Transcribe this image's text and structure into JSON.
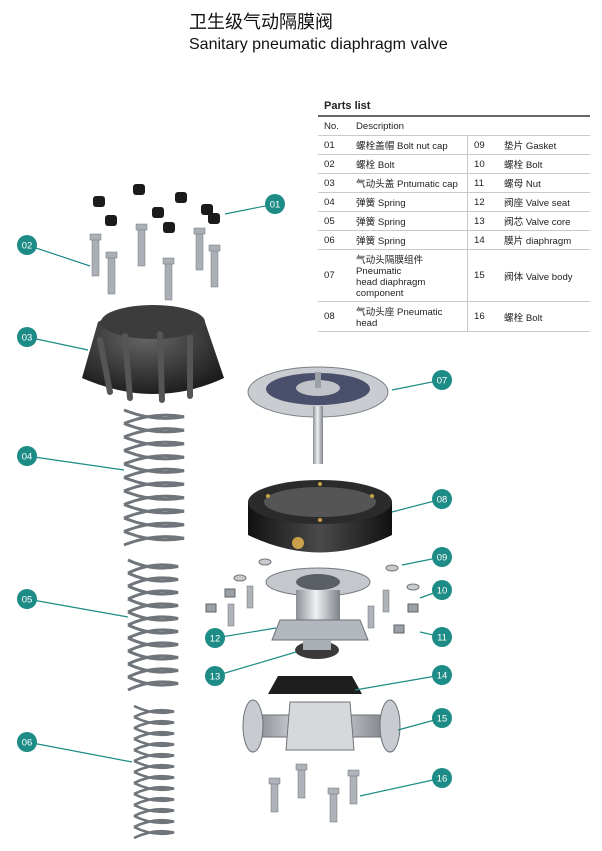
{
  "title": {
    "cn": "卫生级气动隔膜阀",
    "en": "Sanitary pneumatic diaphragm valve"
  },
  "parts_list": {
    "heading": "Parts list",
    "col_no": "No.",
    "col_desc": "Description",
    "rows": [
      {
        "no_a": "01",
        "desc_a": "螺栓盖帽 Bolt nut cap",
        "no_b": "09",
        "desc_b": "垫片 Gasket"
      },
      {
        "no_a": "02",
        "desc_a": "螺栓 Bolt",
        "no_b": "10",
        "desc_b": "螺栓 Bolt"
      },
      {
        "no_a": "03",
        "desc_a": "气动头盖 Pntumatic cap",
        "no_b": "11",
        "desc_b": "螺母 Nut"
      },
      {
        "no_a": "04",
        "desc_a": "弹簧 Spring",
        "no_b": "12",
        "desc_b": "阀座 Valve seat"
      },
      {
        "no_a": "05",
        "desc_a": "弹簧 Spring",
        "no_b": "13",
        "desc_b": "阀芯 Valve core"
      },
      {
        "no_a": "06",
        "desc_a": "弹簧 Spring",
        "no_b": "14",
        "desc_b": "膜片 diaphragm"
      },
      {
        "no_a": "07",
        "desc_a": "气动头隔膜组件\nPneumatic\nhead diaphragm\ncomponent",
        "no_b": "15",
        "desc_b": "阀体 Valve body"
      },
      {
        "no_a": "08",
        "desc_a": "气动头座 Pneumatic head",
        "no_b": "16",
        "desc_b": "螺栓 Bolt"
      }
    ]
  },
  "callouts": [
    "01",
    "02",
    "03",
    "04",
    "05",
    "06",
    "07",
    "08",
    "09",
    "10",
    "11",
    "12",
    "13",
    "14",
    "15",
    "16"
  ],
  "colors": {
    "callout_fill": "#1e8c86",
    "leader": "#1e8c86",
    "dark_part": "#2a2a2a",
    "steel": "#b9bec4"
  }
}
